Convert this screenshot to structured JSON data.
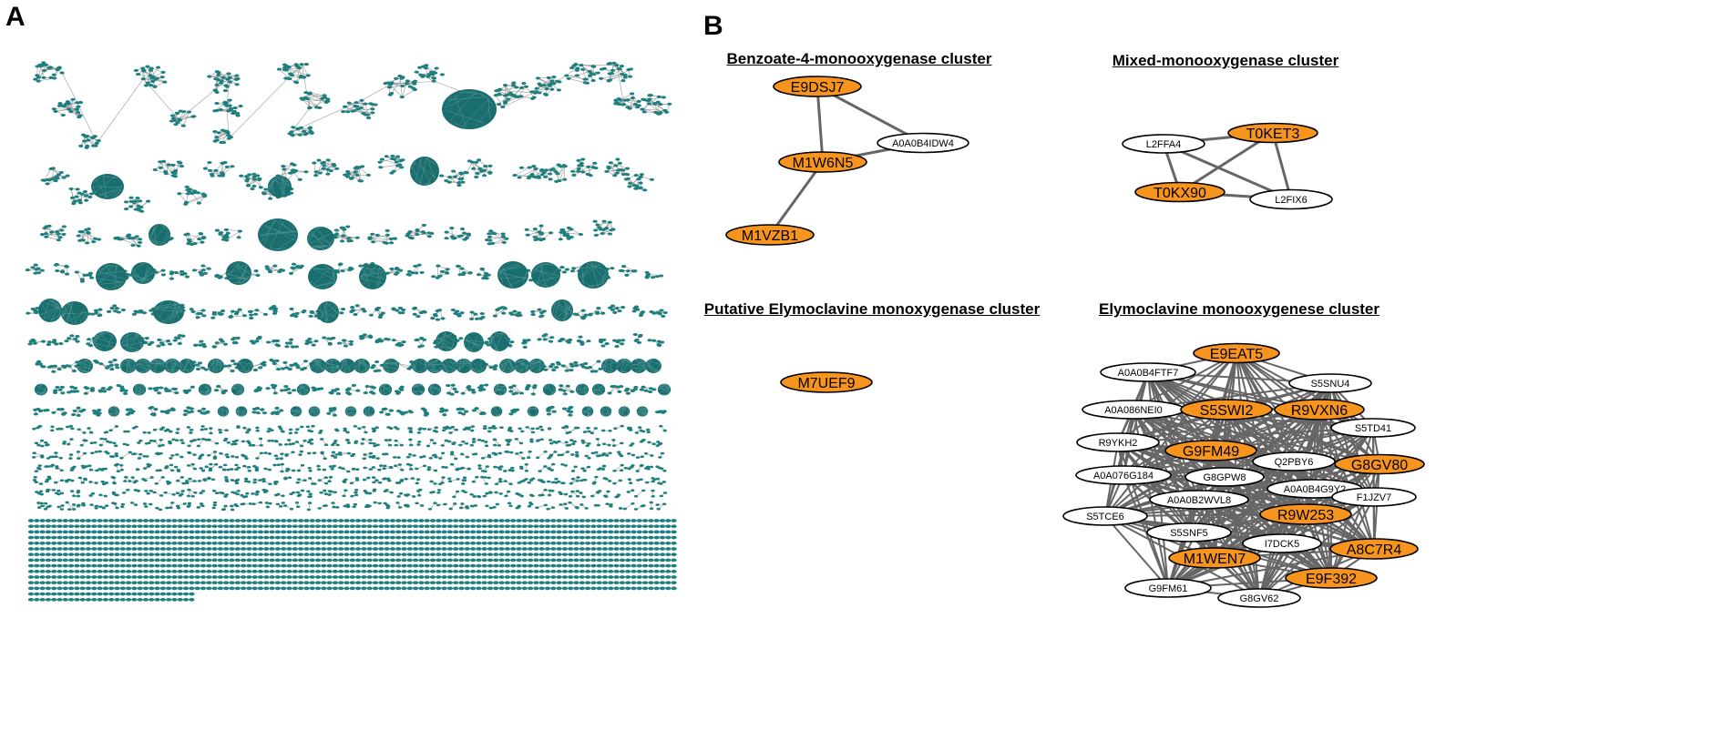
{
  "panel_a": {
    "letter": "A"
  },
  "panel_b": {
    "letter": "B",
    "colors": {
      "highlight": "#f7941d",
      "plain": "#ffffff",
      "edge": "#666666",
      "node_stroke": "#000000"
    },
    "clusters": [
      {
        "title": "Benzoate-4-monooxygenase cluster",
        "nodes": [
          {
            "id": "E9DSJ7",
            "highlight": true
          },
          {
            "id": "A0A0B4IDW4",
            "highlight": false
          },
          {
            "id": "M1W6N5",
            "highlight": true
          },
          {
            "id": "M1VZB1",
            "highlight": true
          }
        ],
        "edges": [
          [
            "E9DSJ7",
            "M1W6N5"
          ],
          [
            "E9DSJ7",
            "A0A0B4IDW4"
          ],
          [
            "M1W6N5",
            "A0A0B4IDW4"
          ],
          [
            "M1W6N5",
            "M1VZB1"
          ]
        ]
      },
      {
        "title": "Mixed-monooxygenase cluster",
        "nodes": [
          {
            "id": "L2FFA4",
            "highlight": false
          },
          {
            "id": "T0KET3",
            "highlight": true
          },
          {
            "id": "T0KX90",
            "highlight": true
          },
          {
            "id": "L2FIX6",
            "highlight": false
          }
        ],
        "edges": [
          [
            "L2FFA4",
            "T0KET3"
          ],
          [
            "L2FFA4",
            "T0KX90"
          ],
          [
            "L2FFA4",
            "L2FIX6"
          ],
          [
            "T0KET3",
            "T0KX90"
          ],
          [
            "T0KET3",
            "L2FIX6"
          ],
          [
            "T0KX90",
            "L2FIX6"
          ]
        ]
      },
      {
        "title": "Putative Elymoclavine monoxygenase cluster",
        "nodes": [
          {
            "id": "M7UEF9",
            "highlight": true
          }
        ],
        "edges": []
      },
      {
        "title": "Elymoclavine monooxygenese cluster",
        "nodes": [
          {
            "id": "E9EAT5",
            "highlight": true
          },
          {
            "id": "A0A0B4FTF7",
            "highlight": false
          },
          {
            "id": "S5SNU4",
            "highlight": false
          },
          {
            "id": "A0A086NEI0",
            "highlight": false
          },
          {
            "id": "S5SWI2",
            "highlight": true
          },
          {
            "id": "R9VXN6",
            "highlight": true
          },
          {
            "id": "S5TD41",
            "highlight": false
          },
          {
            "id": "R9YKH2",
            "highlight": false
          },
          {
            "id": "G9FM49",
            "highlight": true
          },
          {
            "id": "Q2PBY6",
            "highlight": false
          },
          {
            "id": "G8GV80",
            "highlight": true
          },
          {
            "id": "A0A076G184",
            "highlight": false
          },
          {
            "id": "G8GPW8",
            "highlight": false
          },
          {
            "id": "A0A0B4G9Y2",
            "highlight": false
          },
          {
            "id": "F1JZV7",
            "highlight": false
          },
          {
            "id": "A0A0B2WVL8",
            "highlight": false
          },
          {
            "id": "S5TCE6",
            "highlight": false
          },
          {
            "id": "R9W253",
            "highlight": true
          },
          {
            "id": "S5SNF5",
            "highlight": false
          },
          {
            "id": "I7DCK5",
            "highlight": false
          },
          {
            "id": "A8C7R4",
            "highlight": true
          },
          {
            "id": "M1WEN7",
            "highlight": true
          },
          {
            "id": "E9F392",
            "highlight": true
          },
          {
            "id": "G9FM61",
            "highlight": false
          },
          {
            "id": "G8GV62",
            "highlight": false
          }
        ],
        "edges": "all-pairs"
      }
    ]
  }
}
